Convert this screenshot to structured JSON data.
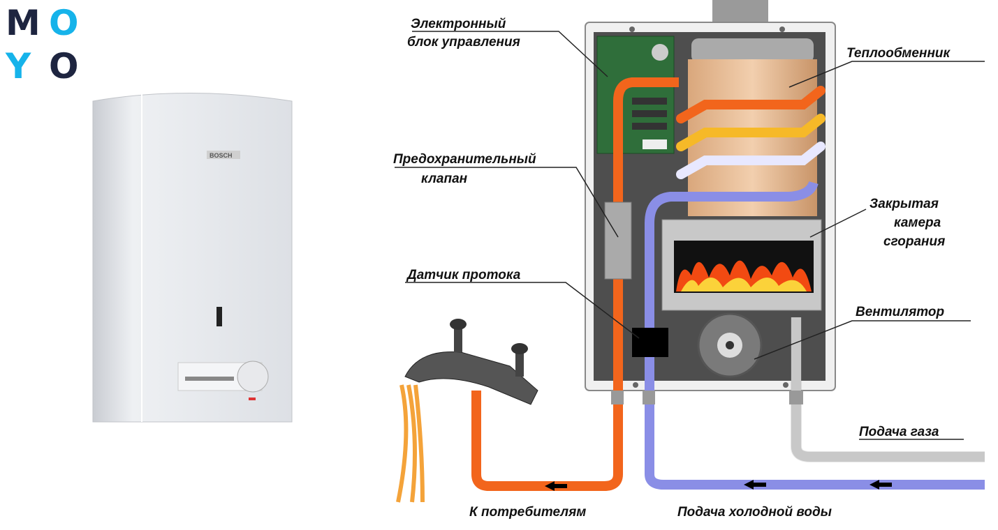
{
  "logo": {
    "letters": [
      "M",
      "O",
      "Y",
      "O"
    ],
    "colors": {
      "dark": "#1e2540",
      "blue": "#16b3ea"
    }
  },
  "product": {
    "brand": "BOSCH"
  },
  "labels": {
    "control_unit": [
      "Электронный",
      "блок управления"
    ],
    "heat_exchanger": "Теплообменник",
    "safety_valve": [
      "Предохранительный",
      "клапан"
    ],
    "combustion_chamber": [
      "Закрытая",
      "камера",
      "сгорания"
    ],
    "flow_sensor": "Датчик протока",
    "fan": "Вентилятор",
    "gas_supply": "Подача газа",
    "to_consumers": "К потребителям",
    "cold_water": "Подача холодной воды"
  },
  "colors": {
    "hot": "#f2651c",
    "cold": "#8a8ee6",
    "gas": "#d8d8d8",
    "body": "#505050"
  }
}
